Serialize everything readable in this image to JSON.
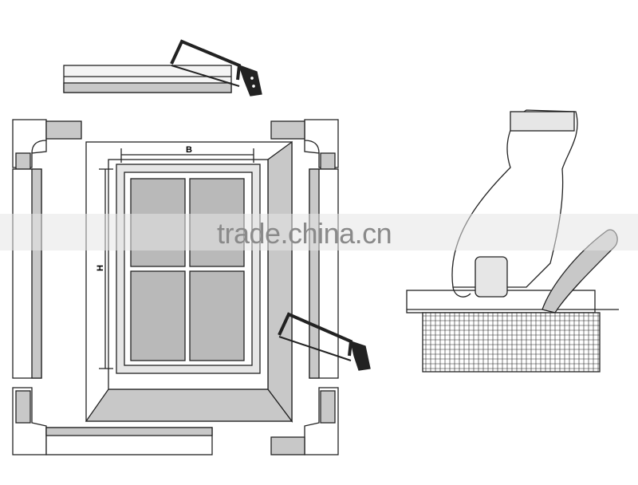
{
  "labels": {
    "width": "B",
    "height": "H"
  },
  "watermark": "trade.china.cn",
  "colors": {
    "line": "#222222",
    "gray_fill": "#c8c8c8",
    "light_fill": "#e6e6e6",
    "pane_fill": "#b9b9b9"
  }
}
